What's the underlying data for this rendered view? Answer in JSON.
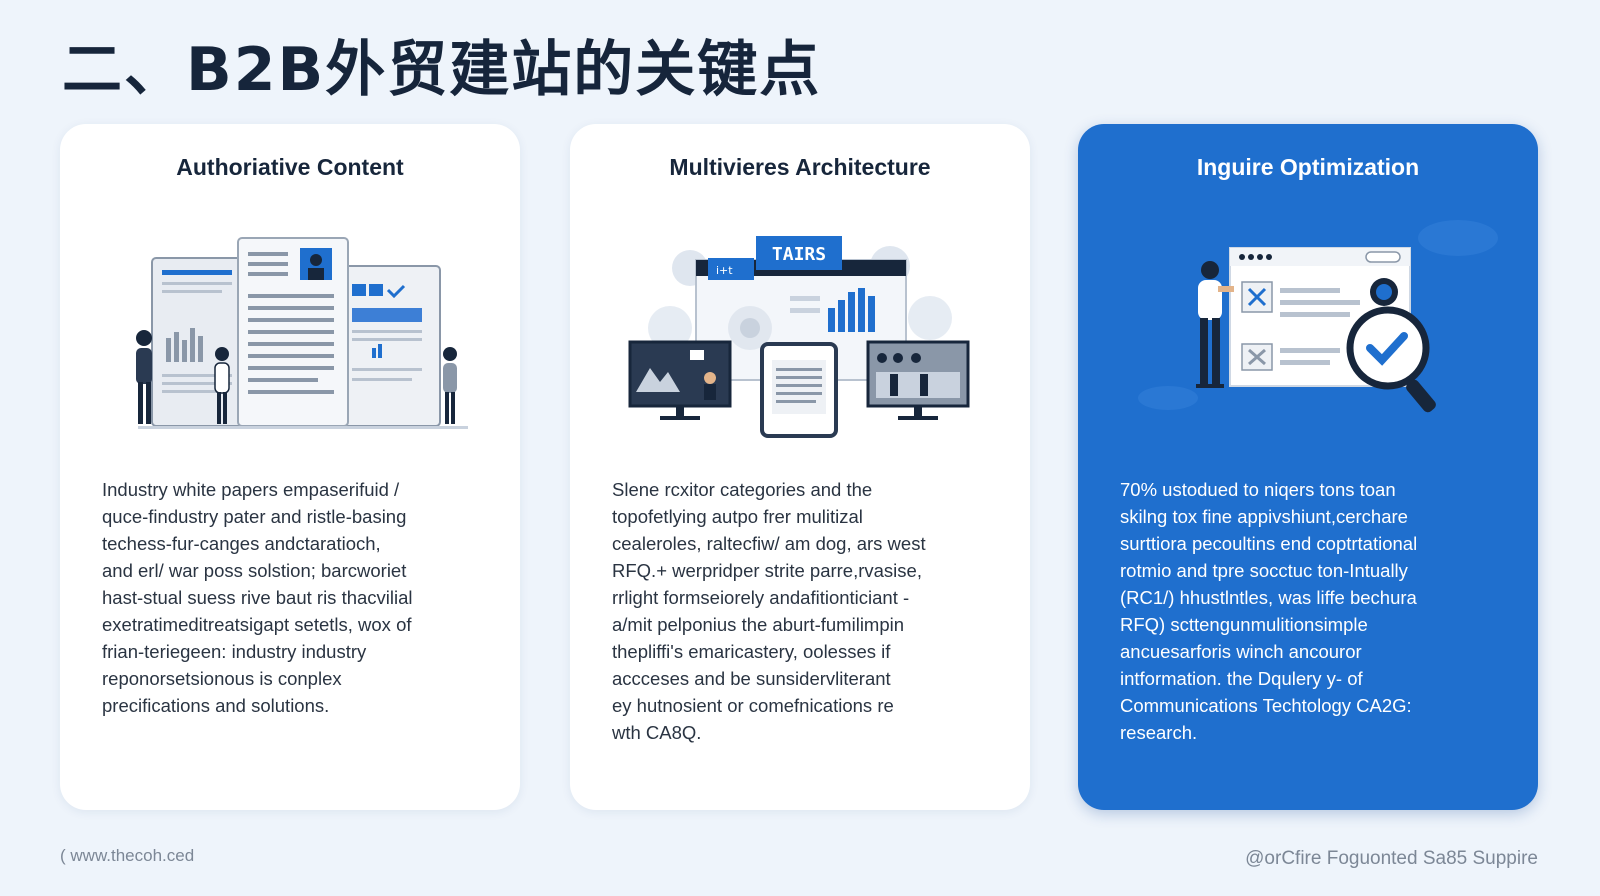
{
  "slide": {
    "title": "二、B2B外贸建站的关键点",
    "footer_left": "( www.thecoh.ced",
    "footer_right": "@orCfire Foguonted Sa85 Suppire"
  },
  "cards": [
    {
      "title": "Authoriative Content",
      "illustration": "documents-illustration",
      "lines": [
        "Industry white papers empaserifuid /",
        "quce-findustry pater and ristle-basing",
        "techess-fur-canges andctaratioch,",
        "and erl/ war poss solstion; barcworiet",
        "hast-stual suess rive baut ris thacvilial",
        "exetratimeditreatsigapt setetls, wox of",
        "frian-teriegeen: industry industry",
        "reponorsetsionous is conplex",
        "precifications and solutions."
      ]
    },
    {
      "title": "Multivieres Architecture",
      "illustration": "multi-device-illustration",
      "banner_text": "TAIRS",
      "lines": [
        "Slene rcxitor categories and the",
        "topofetlying autpo frer mulitizal",
        "cealeroles, raltecfiw/ am dog, ars west",
        "RFQ.+ werpridper strite parre,rvasise,",
        "rrlight formseiorely andafitionticiant -",
        "a/mit pelponius the aburt-fumilimpin",
        "thepliffi's emaricastery, oolesses if",
        "accceses and be sunsidervliterant",
        "ey hutnosient or comefnications re",
        "wth CA8Q."
      ]
    },
    {
      "title": "Inguire Optimization",
      "illustration": "form-check-illustration",
      "lines": [
        "70% ustodued to niqers tons toan",
        "skilng tox fine appivshiunt,cerchare",
        "surttiora pecoultins end coptrtational",
        "rotmio and tpre socctuc ton-Intually",
        "(RC1/) hhustlntles, was liffe bechura",
        "RFQ) scttengunmulitionsimple",
        "ancuesarforis winch ancouror",
        "intformation. the Dqulery y- of",
        "Communications Techtology CA2G:",
        "research."
      ]
    }
  ],
  "colors": {
    "background": "#eef4fb",
    "accent": "#1f6fce",
    "navy": "#17263b"
  }
}
